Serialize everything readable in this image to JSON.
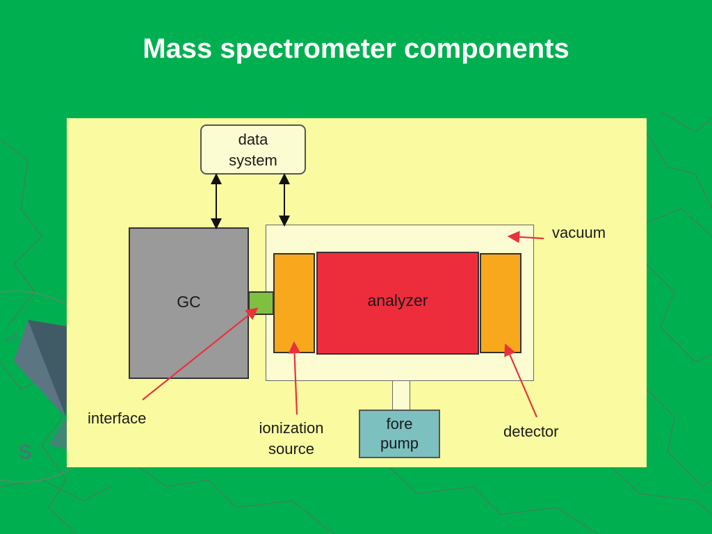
{
  "slide": {
    "title": "Mass spectrometer components",
    "background_color": "#00b050",
    "panel_color": "#fafaa0"
  },
  "diagram": {
    "data_system": {
      "label": "data\nsystem"
    },
    "gc": {
      "label": "GC"
    },
    "analyzer": {
      "label": "analyzer"
    },
    "fore_pump": {
      "label": "fore\npump"
    },
    "ionization_source": {
      "color": "#f8a81c"
    },
    "detector": {
      "color": "#f8a81c"
    },
    "interface": {
      "color": "#80c040"
    }
  },
  "callouts": {
    "vacuum": "vacuum",
    "interface": "interface",
    "ionization_source": "ionization\nsource",
    "detector": "detector"
  },
  "colors": {
    "callout_arrow": "#e8323c",
    "gc": "#9a9a9a",
    "analyzer": "#ee2d3c",
    "fore_pump": "#7cc0c0"
  }
}
